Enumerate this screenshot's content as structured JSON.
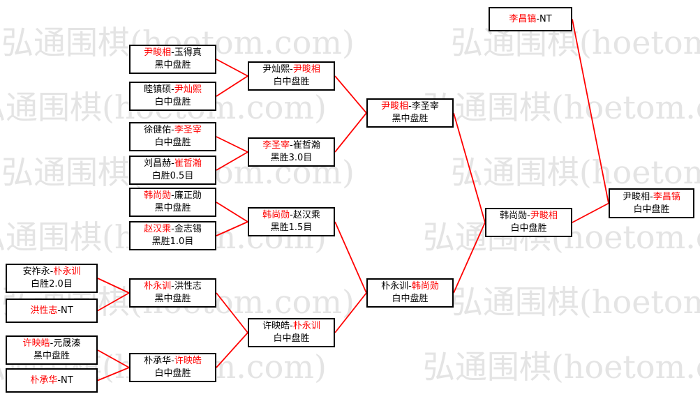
{
  "page": {
    "watermark": "弘通围棋(hoetom.com)",
    "watermark_color": "#e4e4e4",
    "background_color": "#ffffff"
  },
  "bracket": {
    "winner_color": "#ff0000",
    "loser_color": "#000000",
    "line_color": "#ff0000",
    "matches": [
      {
        "id": "a1",
        "pre": "",
        "winner": "尹畯相",
        "post": "-玉得真",
        "result": "黑中盘胜"
      },
      {
        "id": "a2",
        "pre": "睦镇硕-",
        "winner": "尹灿熙",
        "post": "",
        "result": "白中盘胜"
      },
      {
        "id": "a3",
        "pre": "徐健佑-",
        "winner": "李圣宰",
        "post": "",
        "result": "白中盘胜"
      },
      {
        "id": "a4",
        "pre": "刘昌赫-",
        "winner": "崔哲瀚",
        "post": "",
        "result": "白胜0.5目"
      },
      {
        "id": "a5",
        "pre": "",
        "winner": "韩尚勋",
        "post": "-廉正勋",
        "result": "黑中盘胜"
      },
      {
        "id": "a6",
        "pre": "",
        "winner": "赵汉乘",
        "post": "-金志锡",
        "result": "黑胜1.0目"
      },
      {
        "id": "z1",
        "pre": "安祚永-",
        "winner": "朴永训",
        "post": "",
        "result": "白胜2.0目"
      },
      {
        "id": "z2",
        "pre": "",
        "winner": "洪性志",
        "post": "-NT",
        "result": ""
      },
      {
        "id": "z3",
        "pre": "",
        "winner": "许映皓",
        "post": "-元晟溱",
        "result": "黑中盘胜"
      },
      {
        "id": "z4",
        "pre": "",
        "winner": "朴承华",
        "post": "-NT",
        "result": ""
      },
      {
        "id": "b1",
        "pre": "尹灿熙-",
        "winner": "尹畯相",
        "post": "",
        "result": "白中盘胜"
      },
      {
        "id": "b2",
        "pre": "",
        "winner": "李圣宰",
        "post": "-崔哲瀚",
        "result": "黑胜3.0目"
      },
      {
        "id": "b3",
        "pre": "",
        "winner": "韩尚勋",
        "post": "-赵汉乘",
        "result": "黑胜1.5目"
      },
      {
        "id": "b4",
        "pre": "",
        "winner": "朴永训",
        "post": "-洪性志",
        "result": "黑中盘胜"
      },
      {
        "id": "b5",
        "pre": "朴承华-",
        "winner": "许映皓",
        "post": "",
        "result": "白中盘胜"
      },
      {
        "id": "c1",
        "pre": "",
        "winner": "尹畯相",
        "post": "-李圣宰",
        "result": "黑中盘胜"
      },
      {
        "id": "c2",
        "pre": "许映皓-",
        "winner": "朴永训",
        "post": "",
        "result": "白中盘胜"
      },
      {
        "id": "d1",
        "pre": "朴永训-",
        "winner": "韩尚勋",
        "post": "",
        "result": "白中盘胜"
      },
      {
        "id": "e1",
        "pre": "韩尚勋-",
        "winner": "尹畯相",
        "post": "",
        "result": "白中盘胜"
      },
      {
        "id": "t1",
        "pre": "",
        "winner": "李昌镐",
        "post": "-NT",
        "result": ""
      },
      {
        "id": "f1",
        "pre": "尹畯相-",
        "winner": "李昌镐",
        "post": "",
        "result": "白中盘胜"
      }
    ],
    "connections": [
      [
        "a1",
        "b1"
      ],
      [
        "a2",
        "b1"
      ],
      [
        "a3",
        "b2"
      ],
      [
        "a4",
        "b2"
      ],
      [
        "a5",
        "b3"
      ],
      [
        "a6",
        "b3"
      ],
      [
        "z1",
        "b4"
      ],
      [
        "z2",
        "b4"
      ],
      [
        "z3",
        "b5"
      ],
      [
        "z4",
        "b5"
      ],
      [
        "b1",
        "c1"
      ],
      [
        "b2",
        "c1"
      ],
      [
        "b4",
        "c2"
      ],
      [
        "b5",
        "c2"
      ],
      [
        "b3",
        "d1"
      ],
      [
        "c2",
        "d1"
      ],
      [
        "c1",
        "e1"
      ],
      [
        "d1",
        "e1"
      ],
      [
        "e1",
        "f1"
      ],
      [
        "t1",
        "f1"
      ]
    ]
  }
}
